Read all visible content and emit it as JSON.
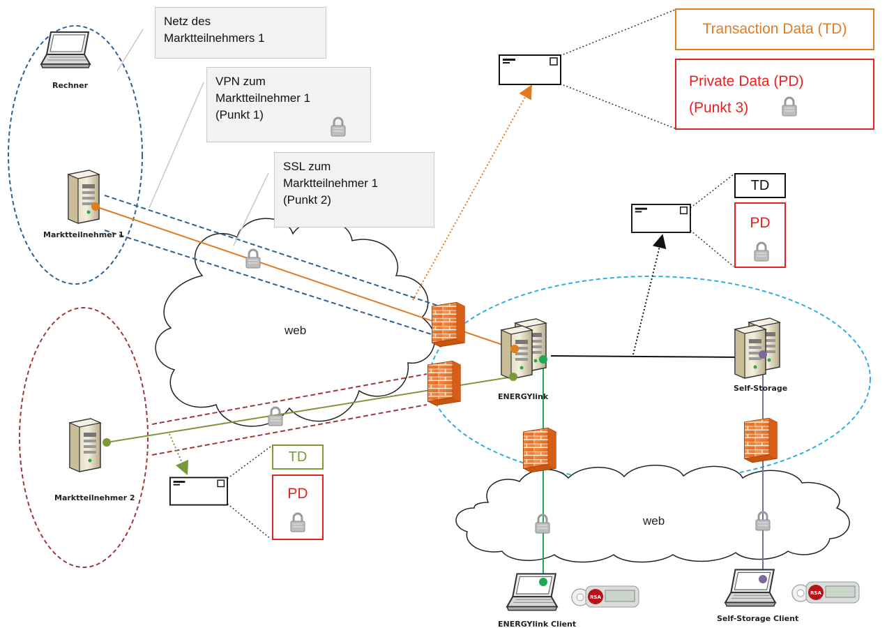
{
  "callouts": {
    "netz": {
      "line1": "Netz des",
      "line2": "Marktteilnehmers 1"
    },
    "vpn": {
      "line1": "VPN zum",
      "line2": "Marktteilnehmer 1",
      "line3": "(Punkt 1)"
    },
    "ssl": {
      "line1": "SSL zum",
      "line2": "Marktteilnehmer 1",
      "line3": "(Punkt 2)"
    }
  },
  "nodes": {
    "rechner": "Rechner",
    "mt1": "Marktteilnehmer 1",
    "mt2": "Marktteilnehmer 2",
    "energylink": "ENERGYlink",
    "self_storage": "Self-Storage",
    "energylink_client": "ENERGYlink Client",
    "self_storage_client": "Self-Storage Client"
  },
  "clouds": {
    "top": "web",
    "bottom": "web"
  },
  "legend_top": {
    "td": "Transaction Data (TD)",
    "pd_line1": "Private Data (PD)",
    "pd_line2": "(Punkt 3)"
  },
  "legend_mid": {
    "td": "TD",
    "pd": "PD"
  },
  "legend_low": {
    "td": "TD",
    "pd": "PD"
  },
  "colors": {
    "orange": "#e07b20",
    "green_line": "#7a9a3a",
    "green_conn": "#1fa84f",
    "purple": "#7c6a9c",
    "red": "#e8201f",
    "blue_dash": "#2e5f96",
    "cyan_dash": "#2ab0e0",
    "dark_red_dash": "#a0383a"
  },
  "icons": [
    "laptop-icon",
    "server-icon",
    "firewall-icon",
    "cloud-icon",
    "envelope-icon",
    "lock-icon",
    "token-icon"
  ]
}
